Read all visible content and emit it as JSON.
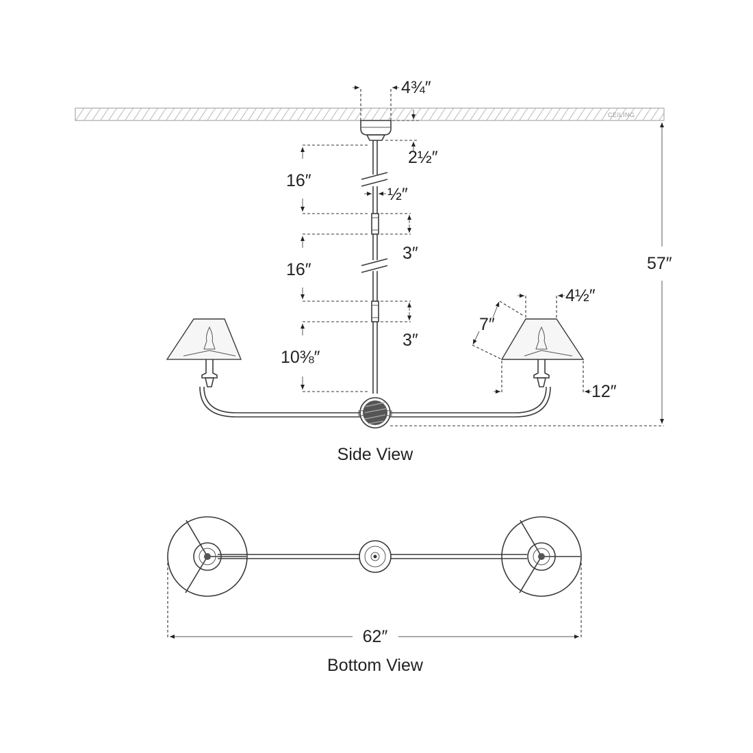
{
  "ceiling_label": "CEILING",
  "side_view": {
    "caption": "Side View",
    "dimensions": {
      "canopy_width": "4¾″",
      "canopy_height": "2½″",
      "stem_upper": "16″",
      "stem_diameter": "½″",
      "stem_middle": "16″",
      "coupling_upper": "3″",
      "stem_lower": "10⅜″",
      "coupling_lower": "3″",
      "shade_top": "4½″",
      "shade_side": "7″",
      "shade_bottom": "12″",
      "overall_height": "57″"
    }
  },
  "bottom_view": {
    "caption": "Bottom View",
    "overall_width": "62″"
  }
}
